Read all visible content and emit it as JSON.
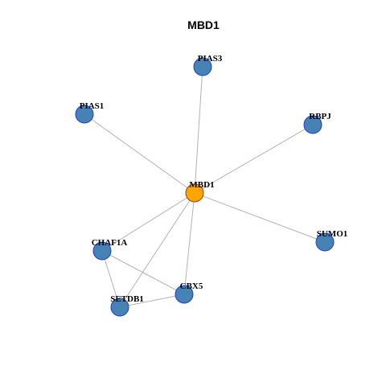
{
  "title": "MBD1",
  "nodes": [
    {
      "id": "MBD1",
      "label": "MBD1",
      "color": "#ffa500",
      "border": "#8b4513"
    },
    {
      "id": "PIAS3",
      "label": "PIAS3",
      "color": "#4682b4",
      "border": "#1f3fcf"
    },
    {
      "id": "PIAS1",
      "label": "PIAS1",
      "color": "#4682b4",
      "border": "#1f3fcf"
    },
    {
      "id": "RBPJ",
      "label": "RBPJ",
      "color": "#4682b4",
      "border": "#1f3fcf"
    },
    {
      "id": "SUMO1",
      "label": "SUMO1",
      "color": "#4682b4",
      "border": "#1f3fcf"
    },
    {
      "id": "CHAF1A",
      "label": "CHAF1A",
      "color": "#4682b4",
      "border": "#1f3fcf"
    },
    {
      "id": "CBX5",
      "label": "CBX5",
      "color": "#4682b4",
      "border": "#1f3fcf"
    },
    {
      "id": "SETDB1",
      "label": "SETDB1",
      "color": "#4682b4",
      "border": "#1f3fcf"
    }
  ],
  "edges": [
    [
      "MBD1",
      "PIAS3"
    ],
    [
      "MBD1",
      "PIAS1"
    ],
    [
      "MBD1",
      "RBPJ"
    ],
    [
      "MBD1",
      "SUMO1"
    ],
    [
      "MBD1",
      "CHAF1A"
    ],
    [
      "MBD1",
      "CBX5"
    ],
    [
      "MBD1",
      "SETDB1"
    ],
    [
      "CHAF1A",
      "CBX5"
    ],
    [
      "CHAF1A",
      "SETDB1"
    ],
    [
      "SETDB1",
      "CBX5"
    ]
  ]
}
